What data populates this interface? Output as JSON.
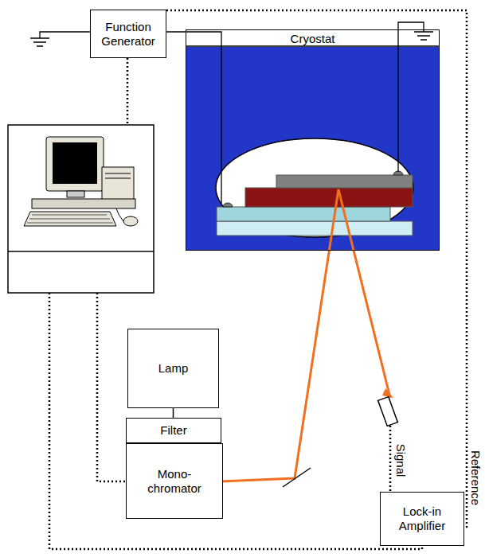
{
  "diagram": {
    "nodes": [
      {
        "text": [
          "Function Generator"
        ]
      },
      {
        "text": [
          "Cryostat"
        ]
      },
      {
        "text": [
          "Lamp"
        ]
      },
      {
        "text": [
          "Filter"
        ]
      },
      {
        "text": [
          "Mono- chromator"
        ]
      },
      {
        "text": [
          "Lock-in Amplifier"
        ]
      }
    ],
    "edges": [
      {
        "from": 2,
        "to": 3,
        "arrow": "none"
      },
      {
        "from": 0,
        "to": 5,
        "label": "Reference",
        "arrow": "none"
      }
    ],
    "labels": [
      "Signal"
    ]
  }
}
